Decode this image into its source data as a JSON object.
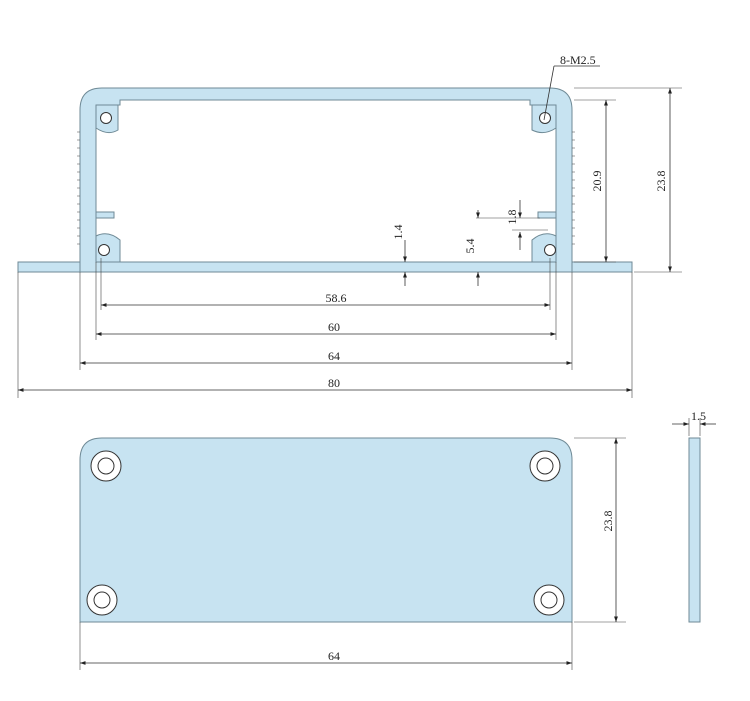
{
  "labels": {
    "thread": "8-M2.5",
    "d_1_4": "1.4",
    "d_1_8": "1.8",
    "d_5_4": "5.4",
    "d_20_9": "20.9",
    "d_23_8_profile": "23.8",
    "d_58_6": "58.6",
    "d_60": "60",
    "d_64_profile": "64",
    "d_80": "80",
    "d_23_8_plate": "23.8",
    "d_64_plate": "64",
    "d_1_5": "1.5"
  },
  "colors": {
    "part_fill": "#c7e3f1",
    "part_edge": "#6f8a96",
    "dimension_line": "#333333"
  }
}
